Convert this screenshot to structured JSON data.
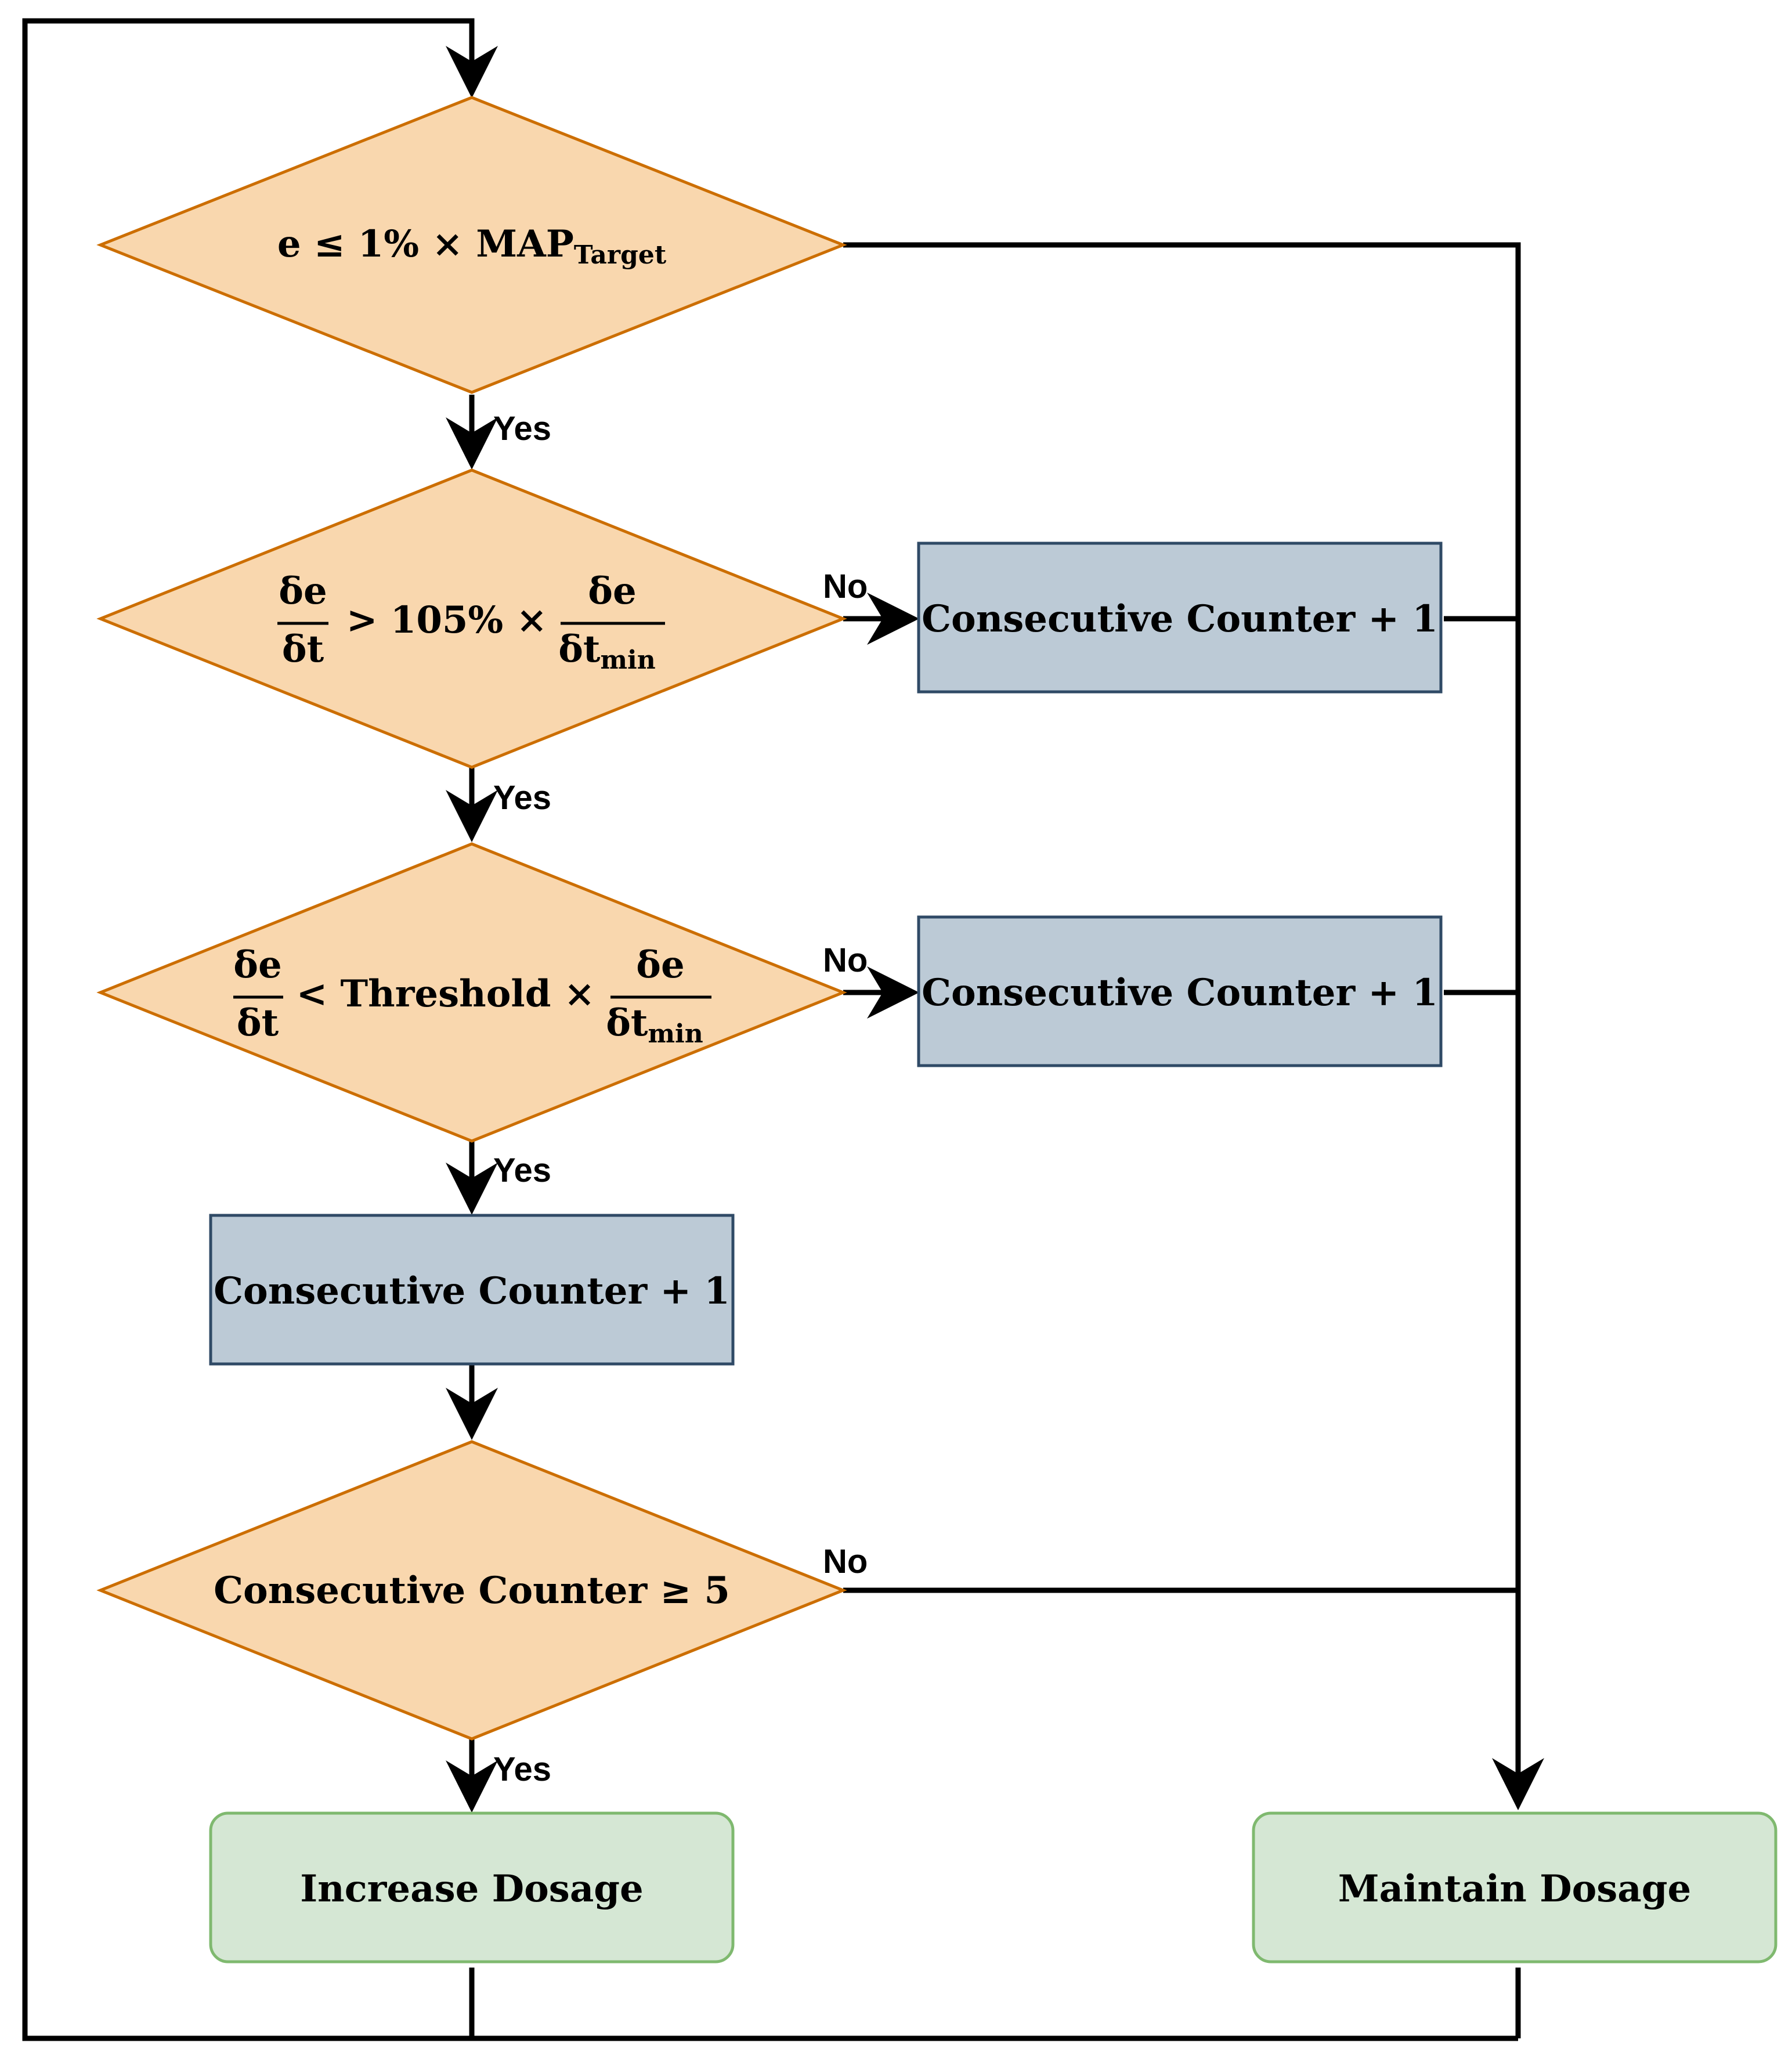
{
  "colors": {
    "decision_fill": "#f9d7ae",
    "decision_stroke": "#cc6e00",
    "process_fill": "#bccad6",
    "process_stroke": "#2f4a66",
    "terminal_fill": "#d5e7d4",
    "terminal_stroke": "#7fb96f",
    "line": "#000000"
  },
  "decisions": {
    "d1": {
      "lhs": "e ≤ 1% × MAP",
      "sub": "Target"
    },
    "d2": {
      "num": "δe",
      "den": "δt",
      "op": "> 105% ×",
      "num2": "δe",
      "den2": "δt",
      "sub2": "min"
    },
    "d3": {
      "num": "δe",
      "den": "δt",
      "op": "< Threshold ×",
      "num2": "δe",
      "den2": "δt",
      "sub2": "min"
    },
    "d4": {
      "text": "Consecutive Counter ≥ 5"
    }
  },
  "processes": {
    "p1": "Consecutive Counter + 1",
    "p2": "Consecutive Counter + 1",
    "p3": "Consecutive Counter + 1"
  },
  "terminals": {
    "increase": "Increase Dosage",
    "maintain": "Maintain Dosage"
  },
  "edge_labels": {
    "yes1": "Yes",
    "yes2": "Yes",
    "yes3": "Yes",
    "yes4": "Yes",
    "no2": "No",
    "no3": "No",
    "no4": "No"
  }
}
